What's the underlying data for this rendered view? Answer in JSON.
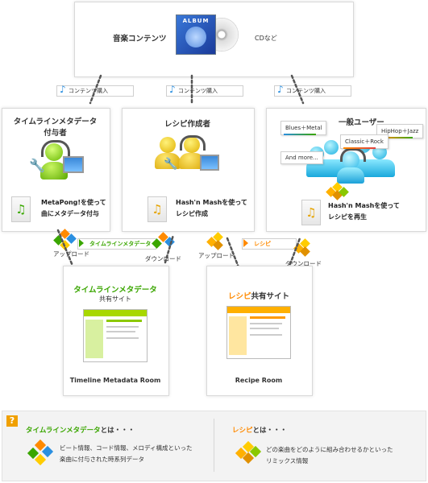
{
  "top": {
    "title": "音楽コンテンツ",
    "cd_label": "CDなど",
    "album_text": "ALBUM"
  },
  "purchase_label": "コンテンツ購入",
  "annotator": {
    "title_line1": "タイムラインメタデータ",
    "title_line2": "付与者",
    "desc_line1": "MetaPong!を使って",
    "desc_line2": "曲にメタデータ付与"
  },
  "creator": {
    "title": "レシピ作成者",
    "desc_line1": "Hash'n Mashを使って",
    "desc_line2": "レシピ作成"
  },
  "user": {
    "title": "一般ユーザー",
    "genres": [
      "Blues＋Metal",
      "HipHop＋Jazz",
      "Classic＋Rock",
      "And more..."
    ],
    "desc_line1": "Hash'n Mashを使って",
    "desc_line2": "レシピを再生"
  },
  "flows": {
    "upload": "アップロード",
    "download": "ダウンロード",
    "timeline_tag": "タイムラインメタデータ",
    "recipe_tag": "レシピ"
  },
  "timeline_room": {
    "title_colored": "タイムラインメタデータ",
    "title_rest": "共有サイト",
    "name": "Timeline Metadata Room"
  },
  "recipe_room": {
    "title_colored": "レシピ",
    "title_rest": "共有サイト",
    "name": "Recipe Room"
  },
  "legend": {
    "question_mark": "?",
    "timeline": {
      "term": "タイムラインメタデータ",
      "suffix": "とは・・・",
      "desc_line1": "ビート情報、コード情報、メロディ構成といった",
      "desc_line2": "楽曲に付与された時系列データ"
    },
    "recipe": {
      "term": "レシピ",
      "suffix": "とは・・・",
      "desc": "どの楽曲をどのように組み合わせるかといった",
      "desc_line2": "リミックス情報"
    }
  },
  "colors": {
    "timeline_green": "#3aa600",
    "recipe_orange": "#ff8a00",
    "question_bg": "#f0a000"
  }
}
